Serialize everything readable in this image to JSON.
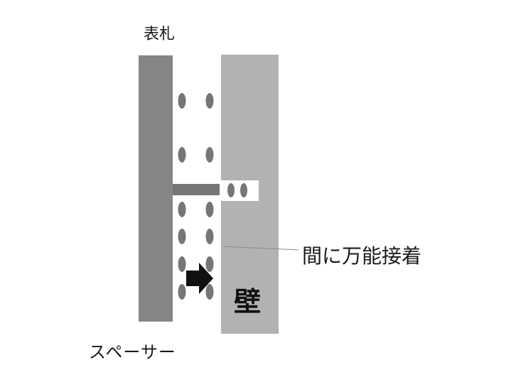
{
  "labels": {
    "plate": "表札",
    "spacer": "スペーサー",
    "adhesive": "間に万能接着",
    "wall": "壁"
  },
  "colors": {
    "plate": "#858585",
    "wall": "#b2b2b2",
    "bolt": "#767676",
    "dots": "#767676",
    "arrow": "#111111",
    "leader_line": "#8c8c8c",
    "text": "#1a1a1a"
  },
  "icons": {
    "arrow": "arrow-right-icon"
  }
}
